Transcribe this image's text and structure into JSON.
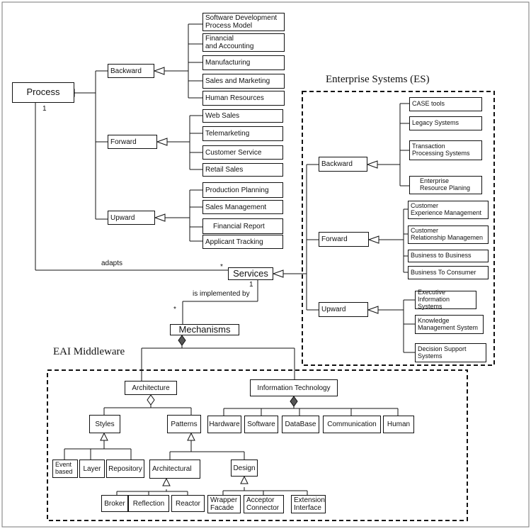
{
  "process": "Process",
  "services": "Services",
  "mechanisms": "Mechanisms",
  "labels": {
    "process_multiplicity": "1",
    "adapts": "adapts",
    "adapts_star": "*",
    "services_multiplicity": "1",
    "implemented_by": "is implemented by",
    "implemented_star": "*"
  },
  "process_branches": {
    "backward": {
      "label": "Backward",
      "items": [
        "Software Development\nProcess Model",
        "Financial\n and Accounting",
        "Manufacturing",
        "Sales and Marketing",
        "Human Resources"
      ]
    },
    "forward": {
      "label": "Forward",
      "items": [
        "Web Sales",
        "Telemarketing",
        "Customer Service",
        "Retail Sales"
      ]
    },
    "upward": {
      "label": "Upward",
      "items": [
        "Production Planning",
        "Sales Management",
        "Financial Report",
        "Applicant Tracking"
      ]
    }
  },
  "es": {
    "title": "Enterprise Systems (ES)",
    "backward": {
      "label": "Backward",
      "items": [
        "CASE tools",
        "Legacy Systems",
        "Transaction\nProcessing Systems",
        "Enterprise\nResource Planing"
      ]
    },
    "forward": {
      "label": "Forward",
      "items": [
        "Customer\nExperience Management",
        "Customer\nRelationship Managemen",
        "Business to Business",
        "Business To Consumer"
      ]
    },
    "upward": {
      "label": "Upward",
      "items": [
        "Executive\nInformation Systems",
        "Knowledge\nManagement System",
        "Decision Support\nSystems"
      ]
    }
  },
  "eai": {
    "title": "EAI Middleware",
    "architecture": "Architecture",
    "information_technology": "Information Technology",
    "styles": "Styles",
    "patterns": "Patterns",
    "style_items": [
      "Event\nbased",
      "Layer",
      "Repository"
    ],
    "architectural": "Architectural",
    "design": "Design",
    "architectural_items": [
      "Broker",
      "Reflection",
      "Reactor"
    ],
    "design_items": [
      "Wrapper\nFacade",
      "Acceptor\nConnector",
      "Extension\nInterface"
    ],
    "it_items": [
      "Hardware",
      "Software",
      "DataBase",
      "Communication",
      "Human"
    ]
  }
}
